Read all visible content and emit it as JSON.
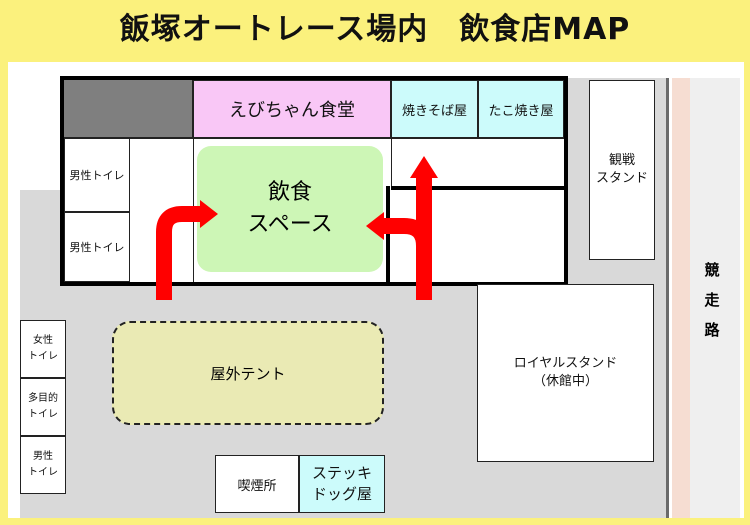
{
  "title": "飯塚オートレース場内　飲食店MAP",
  "stores": {
    "ebi_chan": "えびちゃん食堂",
    "yakisoba": "焼きそば屋",
    "takoyaki": "たこ焼き屋",
    "steak_dog": [
      "ステッキ",
      "ドッグ屋"
    ]
  },
  "areas": {
    "dining_space": [
      "飲食",
      "スペース"
    ],
    "outdoor_tent": "屋外テント",
    "smoking": "喫煙所",
    "viewing_stand": [
      "観戦",
      "スタンド"
    ],
    "royal_stand": [
      "ロイヤルスタンド",
      "（休館中）"
    ],
    "race_track": [
      "競",
      "走",
      "路"
    ]
  },
  "toilets": {
    "male_upper_1": "男性トイレ",
    "male_upper_2": "男性トイレ",
    "female": [
      "女性",
      "トイレ"
    ],
    "multipurpose": [
      "多目的",
      "トイレ"
    ],
    "male_lower": [
      "男性",
      "トイレ"
    ]
  },
  "colors": {
    "background_yellow": "#fbf17d",
    "walkway_gray": "#d9d9d9",
    "ebi_chan_pink": "#f9c7f6",
    "stall_cyan": "#ccfbfb",
    "dining_green": "#cdf6b6",
    "tent_olive": "#eaeab4",
    "arrow_red": "#ff0000",
    "dark_block": "#7f7f7f"
  }
}
